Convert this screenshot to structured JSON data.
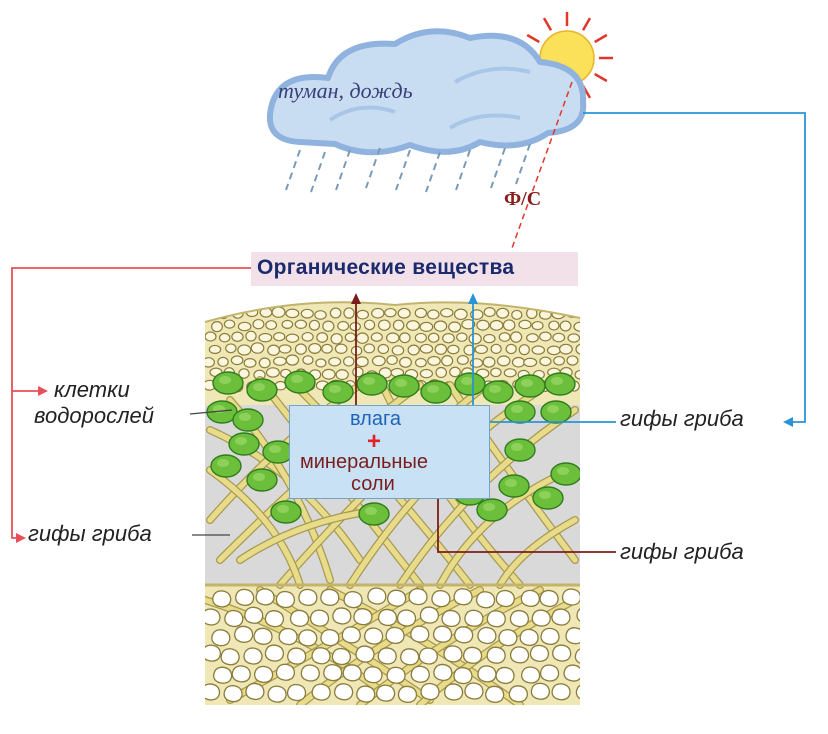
{
  "diagram": {
    "cloud_label": "туман, дождь",
    "photosynthesis_label": "Ф/С",
    "organic_label": "Органические вещества",
    "center_box": {
      "line1": "влага",
      "plus": "+",
      "line2": "минеральные",
      "line3": "соли"
    },
    "left_labels": {
      "algae_line1": "клетки",
      "algae_line2": "водорослей",
      "hyphae": "гифы гриба"
    },
    "right_labels": {
      "hyphae_top": "гифы гриба",
      "hyphae_bottom": "гифы гриба"
    },
    "colors": {
      "cloud": "#c9ddf2",
      "cloud_outline": "#8fb3de",
      "sun": "#fbe05a",
      "sun_rays": "#e2362a",
      "rain": "#7a9bb8",
      "red_arrow": "#e7505a",
      "blue_arrow": "#2a94d6",
      "brown_arrow": "#7a1d1d",
      "cortex_fill": "#f0e7b6",
      "hyphae": "#e8dc8a",
      "hyphae_edge": "#a89a52",
      "algae": "#6cbf3a",
      "algae_dark": "#2f7d1e",
      "cell_fill": "#ffffff",
      "cell_edge": "#8a7d3a",
      "organic_bg": "#f3e1ea",
      "box_bg": "#c8e1f4"
    }
  }
}
